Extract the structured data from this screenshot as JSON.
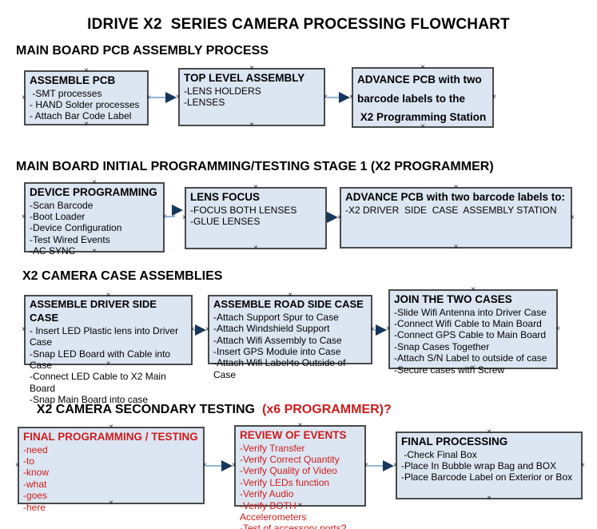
{
  "title": "IDRIVE X2  SERIES CAMERA PROCESSING FLOWCHART",
  "colors": {
    "box_fill": "#dce6f2",
    "box_border": "#4a4a4a",
    "red_accent": "#cc1c1c",
    "arrow_line": "#95b3d7",
    "arrow_head": "#16365c"
  },
  "sections": [
    {
      "heading": "MAIN BOARD PCB ASSEMBLY PROCESS",
      "boxes": [
        {
          "title": "ASSEMBLE PCB",
          "items": [
            " -SMT processes",
            "- HAND Solder processes",
            "- Attach Bar Code Label"
          ]
        },
        {
          "title": "TOP LEVEL ASSEMBLY",
          "items": [
            "-LENS HOLDERS",
            "-LENSES"
          ]
        },
        {
          "lines": [
            "ADVANCE PCB with two",
            "barcode labels to the",
            " X2 Programming Station"
          ]
        }
      ]
    },
    {
      "heading": "MAIN BOARD INITIAL PROGRAMMING/TESTING STAGE 1 (X2 PROGRAMMER)",
      "boxes": [
        {
          "title": "DEVICE PROGRAMMING",
          "items": [
            "-Scan Barcode",
            "-Boot Loader",
            "-Device Configuration",
            "-Test Wired Events",
            "-AC SYNC"
          ]
        },
        {
          "title": "LENS FOCUS",
          "items": [
            "-FOCUS BOTH LENSES",
            "-GLUE LENSES"
          ]
        },
        {
          "title": "ADVANCE PCB with two barcode labels to:",
          "items": [
            "-X2 DRIVER  SIDE  CASE  ASSEMBLY STATION"
          ]
        }
      ]
    },
    {
      "heading": "X2 CAMERA CASE ASSEMBLIES",
      "boxes": [
        {
          "title": "ASSEMBLE DRIVER SIDE CASE",
          "items": [
            "- Insert LED Plastic lens into Driver Case",
            "-Snap LED Board with Cable into Case",
            "-Connect LED Cable to X2 Main Board",
            "-Snap Main Board into case"
          ]
        },
        {
          "title": "ASSEMBLE ROAD SIDE CASE",
          "items": [
            "-Attach Support Spur to Case",
            "-Attach Windshield Support",
            "-Attach Wifi Assembly to Case",
            "-Insert GPS Module into Case",
            "-Attach Wifi Label to Outside of Case"
          ]
        },
        {
          "title": "JOIN THE TWO CASES",
          "items": [
            "-Slide Wifi Antenna into Driver Case",
            "-Connect Wifi Cable to Main Board",
            "-Connect GPS Cable to Main Board",
            "-Snap Cases Together",
            "-Attach S/N Label to outside of case",
            "-Secure cases with Screw"
          ]
        }
      ]
    },
    {
      "heading": "X2 CAMERA SECONDARY TESTING",
      "heading_red": "(x6 PROGRAMMER)?",
      "boxes": [
        {
          "title": "FINAL PROGRAMMING / TESTING",
          "items": [
            "-need",
            "-to",
            "-know",
            "-what",
            "-goes",
            "-here"
          ]
        },
        {
          "title": "REVIEW OF EVENTS",
          "items": [
            "-Verify Transfer",
            "-Verify Correct Quantity",
            "-Verify Quality of Video",
            "-Verify LEDs function",
            "-Verify Audio",
            "-Verify BOTH Accelerometers",
            "-Test of accessory ports?"
          ]
        },
        {
          "title": "FINAL PROCESSING",
          "items": [
            " -Check Final Box",
            "-Place In Bubble wrap Bag and BOX",
            "-Place Barcode Label on Exterior or Box"
          ]
        }
      ]
    }
  ]
}
